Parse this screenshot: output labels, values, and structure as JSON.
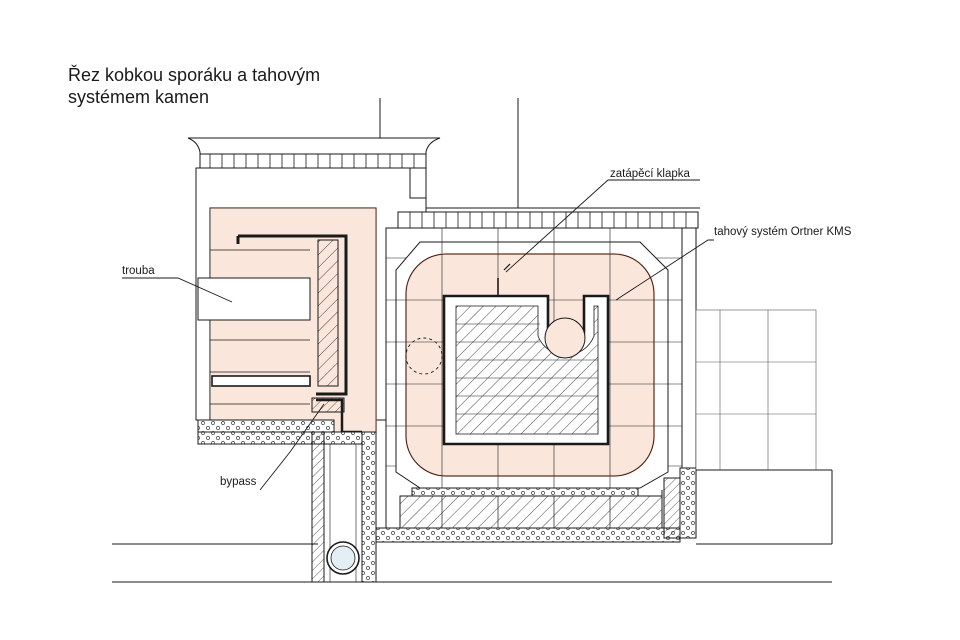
{
  "title": {
    "line1": "Řez kobkou sporáku a tahovým",
    "line2": "systémem kamen"
  },
  "labels": {
    "oven": "trouba",
    "bypass": "bypass",
    "damper": "zatápěcí klapka",
    "flue_system": "tahový systém Ortner KMS"
  },
  "colors": {
    "line": "#1a1a1a",
    "fireclay_fill": "#fbe6dc",
    "fireclay_stroke": "#d98a6e",
    "insulation_fill": "#f4f4f4"
  }
}
